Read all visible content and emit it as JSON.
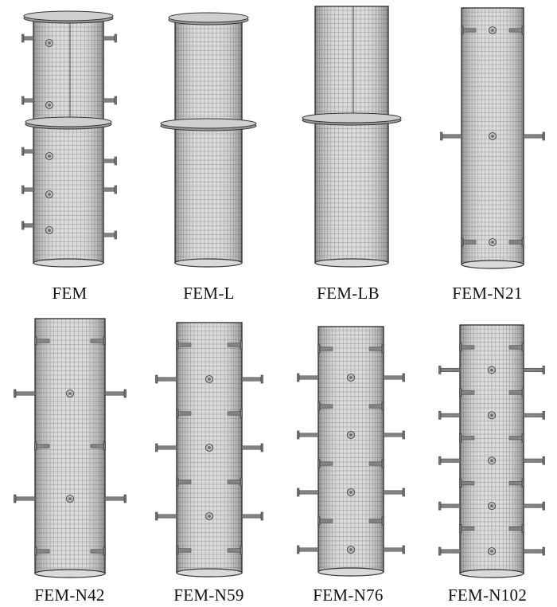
{
  "models": [
    {
      "label": "FEM",
      "flanges": 2,
      "pairs": 0,
      "studs": "irregular",
      "split": true
    },
    {
      "label": "FEM-L",
      "flanges": 2,
      "pairs": 0,
      "studs": "none",
      "split": false
    },
    {
      "label": "FEM-LB",
      "flanges": 1,
      "pairs": 0,
      "studs": "none",
      "split": true
    },
    {
      "label": "FEM-N21",
      "flanges": 0,
      "pairs": 3,
      "studs": "rows",
      "split": false
    },
    {
      "label": "FEM-N42",
      "flanges": 0,
      "pairs": 5,
      "studs": "rows",
      "split": false
    },
    {
      "label": "FEM-N59",
      "flanges": 0,
      "pairs": 7,
      "studs": "rows",
      "split": false
    },
    {
      "label": "FEM-N76",
      "flanges": 0,
      "pairs": 8,
      "studs": "rows",
      "split": false
    },
    {
      "label": "FEM-N102",
      "flanges": 0,
      "pairs": 10,
      "studs": "rows",
      "split": false
    }
  ],
  "colors": {
    "surface": "#d9d9d9",
    "mesh": "#555555",
    "outline": "#333333",
    "stud": "#8a8a8a"
  }
}
